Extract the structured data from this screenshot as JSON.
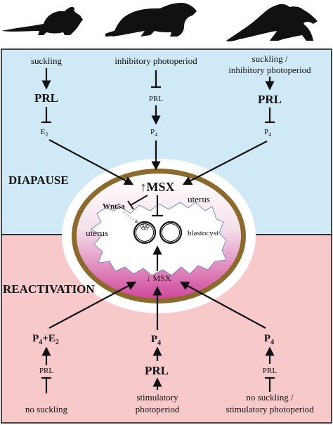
{
  "sections": {
    "diapause": "DIAPAUSE",
    "reactivation": "REACTIVATION"
  },
  "animals": [
    "mouse-silhouette",
    "mink-silhouette",
    "wallaby-silhouette"
  ],
  "top": {
    "col1": {
      "stimulus": "suckling",
      "hormone": "PRL",
      "effector": "E",
      "effector_sub": "2"
    },
    "col2": {
      "stimulus": "inhibitory photoperiod",
      "hormone": "PRL",
      "effector": "P",
      "effector_sub": "4"
    },
    "col3": {
      "stimulus_line1": "suckling /",
      "stimulus_line2": "inhibitory photoperiod",
      "hormone": "PRL",
      "effector": "P",
      "effector_sub": "4"
    }
  },
  "center": {
    "msx_up": "↑MSX",
    "wnt": "Wnt5a",
    "uterus_right": "uterus",
    "uterus_left": "uterus",
    "blastocyst": "blastocyst",
    "msx_down": "↓ MSX"
  },
  "bottom": {
    "col1": {
      "effector_a": "P",
      "effector_a_sub": "4",
      "effector_plus": "+E",
      "effector_b_sub": "2",
      "hormone": "PRL",
      "stimulus": "no suckling"
    },
    "col2": {
      "effector": "P",
      "effector_sub": "4",
      "hormone": "PRL",
      "stimulus_line1": "stimulatory",
      "stimulus_line2": "photoperiod"
    },
    "col3": {
      "effector": "P",
      "effector_sub": "4",
      "hormone": "PRL",
      "stimulus_line1": "no suckling /",
      "stimulus_line2": "stimulatory photoperiod"
    }
  },
  "colors": {
    "diapause_bg": "#cfe9f6",
    "reactivation_bg": "#f8c9cb",
    "uterus_ring": "#8b6a2b",
    "uterus_pink": "#d0479b"
  }
}
